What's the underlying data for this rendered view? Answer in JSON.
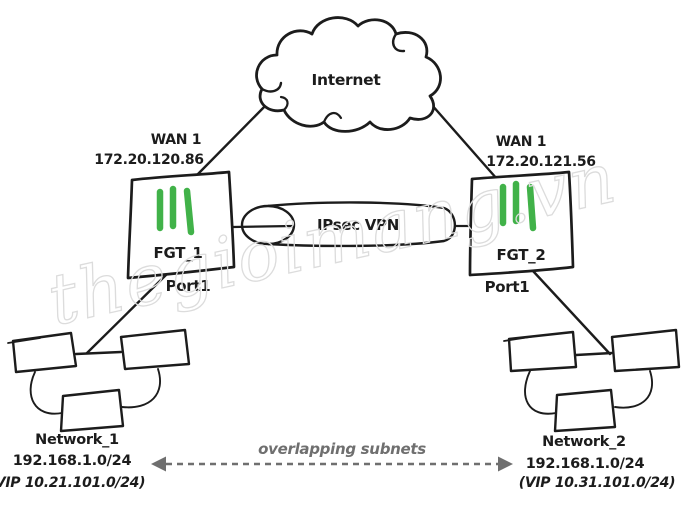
{
  "diagram": {
    "internet": {
      "label": "Internet"
    },
    "vpn_tunnel": {
      "label": "IPsec VPN"
    },
    "fgt1": {
      "interface_label": "WAN 1",
      "interface_ip": "172.20.120.86",
      "name": "FGT_1",
      "lan_port_label": "Port1"
    },
    "fgt2": {
      "interface_label": "WAN 1",
      "interface_ip": "172.20.121.56",
      "name": "FGT_2",
      "lan_port_label": "Port1"
    },
    "network1": {
      "name": "Network_1",
      "subnet": "192.168.1.0/24",
      "vip": "(VIP 10.21.101.0/24)"
    },
    "network2": {
      "name": "Network_2",
      "subnet": "192.168.1.0/24",
      "vip": "(VIP 10.31.101.0/24)"
    },
    "annotation": {
      "label": "overlapping subnets"
    },
    "watermark": {
      "text": "thegioimang.vn"
    },
    "colors": {
      "line": "#1c1c1c",
      "accent_green": "#41b249",
      "annotation_gray": "#6f6f6f",
      "watermark_gray": "#dcdcdc",
      "background": "#ffffff"
    }
  }
}
